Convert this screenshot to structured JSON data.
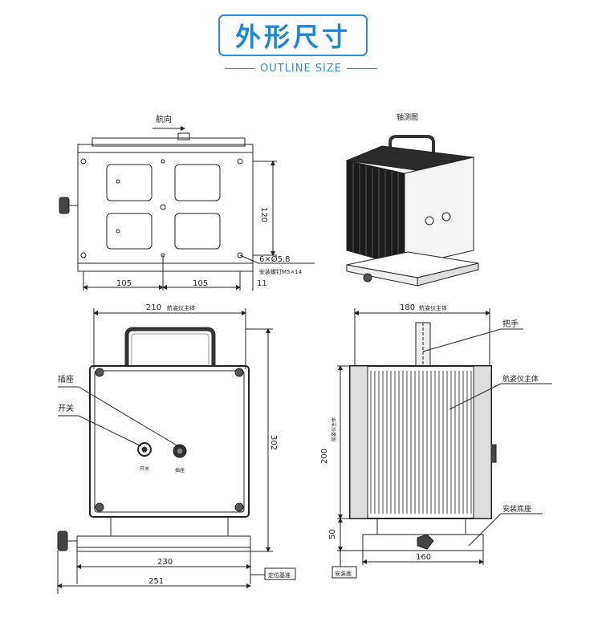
{
  "header": {
    "title": "外形尺寸",
    "subtitle": "OUTLINE SIZE",
    "accent_color": "#2a8fd8"
  },
  "top_view": {
    "heading_label": "航向",
    "dim_width_left": "105",
    "dim_width_right": "105",
    "dim_edge": "11",
    "dim_height": "120",
    "hole_spec": "6×Ø5.8",
    "thread_spec": "安装螺钉M5×14"
  },
  "iso_view": {
    "label": "轴测图"
  },
  "front_view": {
    "dim_top": "210",
    "dim_top_note": "航姿仪主体",
    "dim_height": "302",
    "dim_base": "230",
    "dim_overall": "251",
    "socket_label": "插座",
    "switch_label": "开关",
    "switch_small": "开关",
    "socket_small": "插座",
    "datum_label": "定位基准"
  },
  "side_view": {
    "dim_top": "180",
    "dim_top_note": "航姿仪主体",
    "handle_label": "把手",
    "body_label": "航姿仪主体",
    "dim_body_height": "200",
    "dim_body_note": "航姿仪主体",
    "dim_base_height": "50",
    "dim_base_width": "160",
    "base_label": "安装底座",
    "datum_label": "安装面"
  }
}
